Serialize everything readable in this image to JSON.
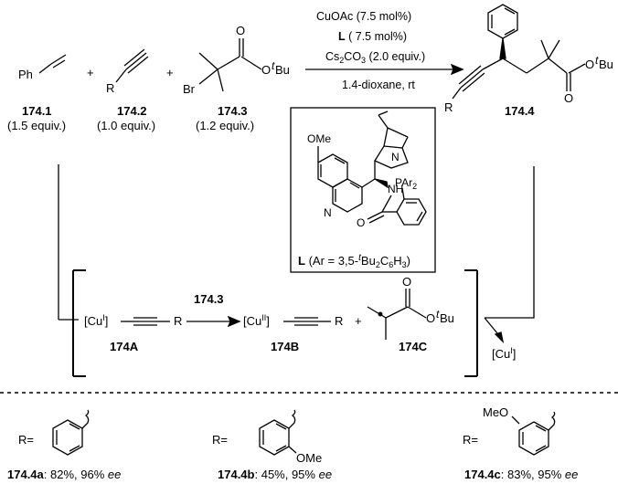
{
  "reagents": {
    "styrene": {
      "ph": "Ph",
      "id": "174.1",
      "equiv": "(1.5 equiv.)"
    },
    "alkyne": {
      "r": "R",
      "id": "174.2",
      "equiv": "(1.0 equiv.)"
    },
    "bromoester": {
      "br": "Br",
      "o": "O",
      "otbu_o": "O",
      "tbu_t": "t",
      "tbu_bu": "Bu",
      "id": "174.3",
      "equiv": "(1.2 equiv.)"
    }
  },
  "plus": "+",
  "conditions": {
    "catalyst": "CuOAc (7.5 mol%)",
    "ligand_bold": "L",
    "ligand_rest": " ( 7.5 mol%)",
    "base_a": "Cs",
    "base_sub1": "2",
    "base_b": "CO",
    "base_sub2": "3",
    "base_c": " (2.0 equiv.)",
    "solvent": "1.4-dioxane, rt"
  },
  "product": {
    "id": "174.4",
    "r": "R",
    "o": "O",
    "otbu_o": "O",
    "tbu_t": "t",
    "tbu_bu": "Bu"
  },
  "ligand": {
    "ome": "OMe",
    "n_quin": "N",
    "n_quinuclidine": "N",
    "nh": "NH",
    "o": "O",
    "par_p": "PAr",
    "par_sub": "2",
    "caption_l": "L",
    "caption_a": " (Ar = 3,5-",
    "caption_t": "t",
    "caption_b": "Bu",
    "caption_sub1": "2",
    "caption_c": "C",
    "caption_sub2": "6",
    "caption_d": "H",
    "caption_sub3": "3",
    "caption_e": ")"
  },
  "mechanism": {
    "cu1_a": "[Cu",
    "cu1_sup": "I",
    "cu1_b": "]",
    "r": "R",
    "arrow_label": "174.3",
    "cu2_a": "[Cu",
    "cu2_sup": "II",
    "cu2_b": "]",
    "r2": "R",
    "plus": "+",
    "radical_o": "O",
    "radical_otbu_o": "O",
    "radical_tbu_t": "t",
    "radical_tbu_bu": "Bu",
    "id_a": "174A",
    "id_b": "174B",
    "id_c": "174C",
    "regen_a": "[Cu",
    "regen_sup": "I",
    "regen_b": "]"
  },
  "examples": [
    {
      "r_label": "R=",
      "id": "174.4a",
      "yield": ": 82%, 96% ",
      "ee": "ee"
    },
    {
      "r_label": "R=",
      "id": "174.4b",
      "yield": ": 45%, 95% ",
      "ee": "ee",
      "sub": "OMe"
    },
    {
      "r_label": "R=",
      "id": "174.4c",
      "yield": ": 83%, 95% ",
      "ee": "ee",
      "sub": "MeO"
    }
  ]
}
